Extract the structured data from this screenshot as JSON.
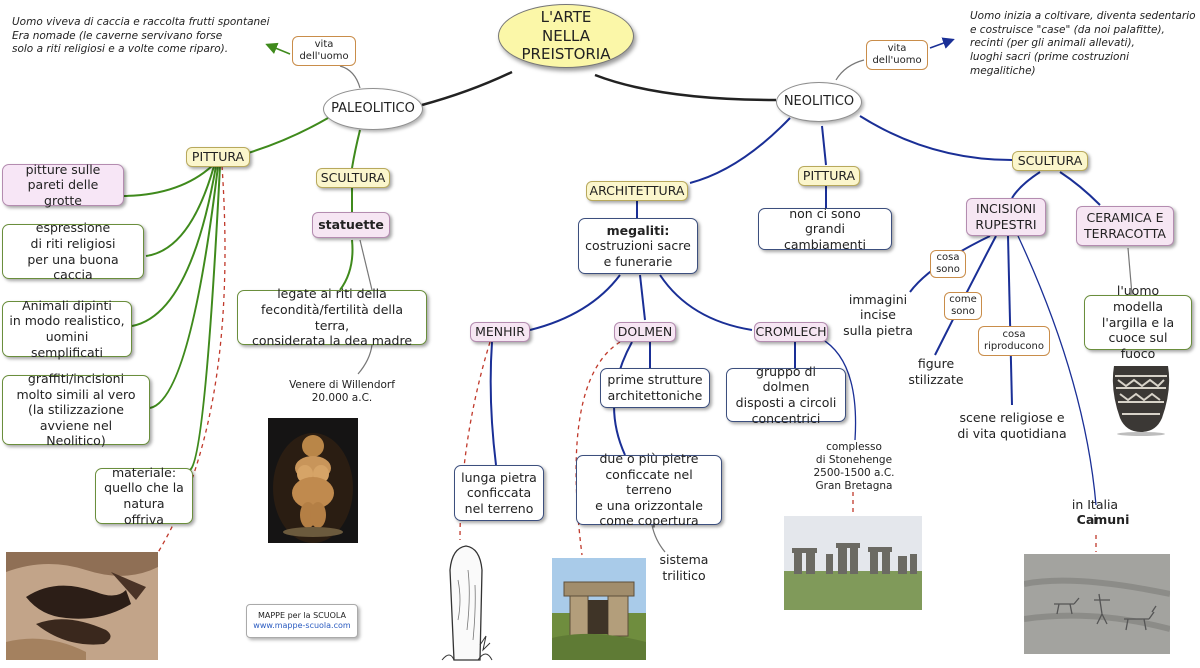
{
  "title": "L'ARTE NELLA PREISTORIA",
  "paleolitico": {
    "label": "PALEOLITICO",
    "vita_label": "vita\ndell'uomo",
    "note": "Uomo viveva di caccia e raccolta frutti spontanei\nEra nomade (le caverne servivano forse\nsolo a riti religiosi e a volte come riparo).",
    "pittura": {
      "label": "PITTURA",
      "items": [
        "pitture sulle\npareti delle grotte",
        "espressione\ndi riti religiosi\nper una buona caccia",
        "Animali dipinti\nin modo realistico,\nuomini semplificati",
        "graffiti/incisioni\nmolto simili al vero\n(la stilizzazione\navviene nel Neolitico)",
        "materiale:\nquello che la\nnatura offriva"
      ]
    },
    "scultura": {
      "label": "SCULTURA",
      "statuette": "statuette",
      "desc": "legate ai riti della\nfecondità/fertilità della terra,\nconsiderata la dea madre",
      "venere": "Venere di Willendorf\n20.000 a.C."
    }
  },
  "neolitico": {
    "label": "NEOLITICO",
    "vita_label": "vita\ndell'uomo",
    "note": "Uomo inizia a coltivare, diventa sedentario\ne costruisce \"case\" (da noi palafitte),\nrecinti (per gli animali allevati),\nluoghi sacri (prime costruzioni megalitiche)",
    "architettura": {
      "label": "ARCHITETTURA",
      "megaliti_bold": "megaliti:",
      "megaliti_rest": "costruzioni sacre\ne funerarie",
      "menhir": {
        "label": "MENHIR",
        "desc": "lunga pietra\nconficcata\nnel terreno"
      },
      "dolmen": {
        "label": "DOLMEN",
        "desc1": "prime strutture\narchitettoniche",
        "desc2": "due o più pietre\nconficcate nel terreno\ne una orizzontale\ncome copertura",
        "sistema": "sistema\ntrilitico"
      },
      "cromlech": {
        "label": "CROMLECH",
        "desc": "gruppo di dolmen\ndisposti a circoli\nconcentrici",
        "stonehenge": "complesso\ndi Stonehenge\n2500-1500 a.C.\nGran Bretagna"
      }
    },
    "pittura": {
      "label": "PITTURA",
      "desc": "non ci sono\ngrandi cambiamenti"
    },
    "scultura": {
      "label": "SCULTURA",
      "incisioni": {
        "label": "INCISIONI\nRUPESTRI",
        "cosa_sono": "cosa\nsono",
        "cosa_sono_ans": "immagini\nincise\nsulla pietra",
        "come_sono": "come\nsono",
        "come_sono_ans": "figure\nstilizzate",
        "cosa_riproducono": "cosa\nriproducono",
        "cosa_riproducono_ans": "scene religiose e\ndi vita quotidiana",
        "italia_prefix": "in Italia\ni ",
        "italia_bold": "Camuni"
      },
      "ceramica": {
        "label": "CERAMICA E\nTERRACOTTA",
        "desc": "l'uomo modella\nl'argilla e la\ncuoce sul fuoco"
      }
    }
  },
  "credit": {
    "line1": "MAPPE per la SCUOLA",
    "line2": "www.mappe-scuola.com"
  },
  "colors": {
    "paleolitico_links": "#3f8a1c",
    "neolitico_links": "#1a2f96",
    "dashed_links": "#c0392b",
    "title_fill": "#fbf7a8"
  }
}
